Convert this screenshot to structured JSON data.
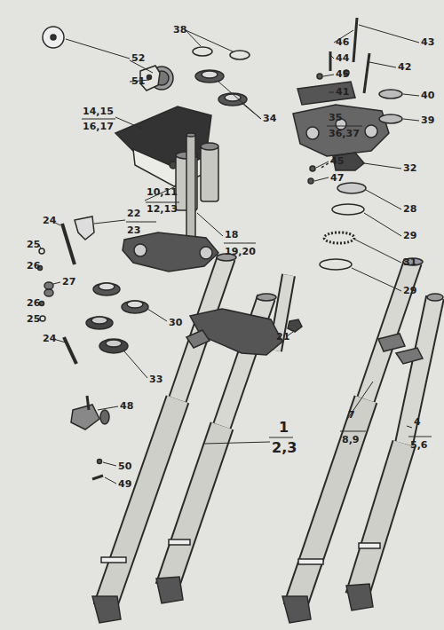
{
  "diagram": {
    "labels": [
      "52",
      "38",
      "46",
      "43",
      "44",
      "42",
      "45",
      "51",
      "41",
      "40",
      "14,15",
      "16,17",
      "35",
      "36,37",
      "39",
      "34",
      "45",
      "47",
      "32",
      "10,11",
      "12,13",
      "28",
      "24",
      "22",
      "23",
      "29",
      "18",
      "19,20",
      "31",
      "25",
      "29",
      "26",
      "27",
      "21",
      "26",
      "25",
      "30",
      "24",
      "33",
      "7",
      "8,9",
      "1",
      "2,3",
      "4",
      "5,6",
      "48",
      "50",
      "49"
    ]
  }
}
